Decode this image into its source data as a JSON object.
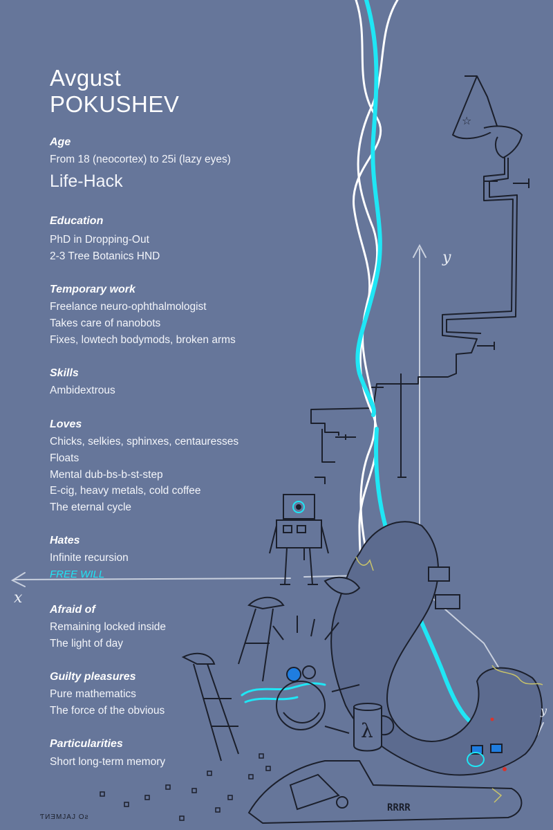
{
  "name": {
    "first": "Avgust",
    "last": "POKUSHEV"
  },
  "sections": [
    {
      "heading": "Age",
      "lines": [
        "From 18 (neocortex) to 25i (lazy eyes)"
      ],
      "big": "Life-Hack"
    },
    {
      "heading": "Education",
      "lines": [
        "PhD in Dropping-Out",
        "2-3 Tree Botanics HND"
      ]
    },
    {
      "heading": "Temporary work",
      "lines": [
        "Freelance neuro-ophthalmologist",
        "Takes care of nanobots",
        "Fixes, lowtech bodymods, broken arms"
      ]
    },
    {
      "heading": "Skills",
      "lines": [
        "Ambidextrous"
      ]
    },
    {
      "heading": "Loves",
      "lines": [
        "Chicks, selkies, sphinxes, centauresses",
        "Floats",
        "Mental dub-bs-b-st-step",
        "E-cig, heavy metals, cold coffee",
        "The eternal cycle"
      ]
    },
    {
      "heading": "Hates",
      "lines": [
        "Infinite recursion"
      ],
      "highlight": "FREE WILL"
    },
    {
      "heading": "Afraid of",
      "lines": [
        "Remaining locked inside",
        "The light of day"
      ]
    },
    {
      "heading": "Guilty pleasures",
      "lines": [
        "Pure mathematics",
        "The force of the obvious"
      ]
    },
    {
      "heading": "Particularities",
      "lines": [
        "Short long-term memory"
      ]
    }
  ],
  "axes": {
    "x": "x",
    "y": "y"
  },
  "mug_symbol": "λ",
  "saw_text": "RRRR",
  "signature": "ƬИƎMЈАЈ Оƨ",
  "colors": {
    "background": "#66769a",
    "accent_cyan": "#1fe6f5",
    "ink": "#1b1f2b"
  }
}
